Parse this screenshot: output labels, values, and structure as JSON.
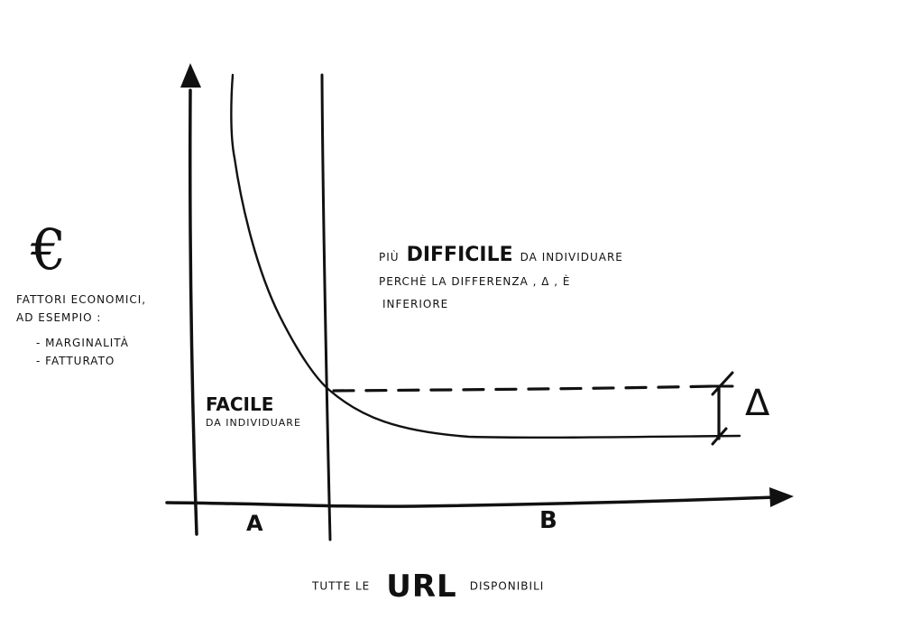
{
  "diagram": {
    "type": "hand-drawn economic curve sketch",
    "colors": {
      "ink": "#111111",
      "background": "#ffffff"
    },
    "y_axis": {
      "symbol": "€",
      "label_lines": [
        "Fattori economici,",
        "ad esempio :"
      ],
      "items": [
        "- Marginalità",
        "- Fatturato"
      ]
    },
    "x_axis": {
      "prefix": "Tutte le",
      "emphasis": "URL",
      "suffix": "disponibili"
    },
    "regions": [
      {
        "id": "A",
        "label": "A"
      },
      {
        "id": "B",
        "label": "B"
      }
    ],
    "annotations": {
      "difficult": {
        "prefix": "Più",
        "emphasis": "DIFFICILE",
        "suffix": "da individuare",
        "line2": "perchè la differenza , Δ , è",
        "line3": "inferiore"
      },
      "easy": {
        "emphasis": "FACILE",
        "sub": "da individuare"
      },
      "delta": "Δ"
    },
    "icons": {
      "y_axis_arrow": "arrow-up-icon",
      "x_axis_arrow": "arrow-right-icon"
    }
  }
}
